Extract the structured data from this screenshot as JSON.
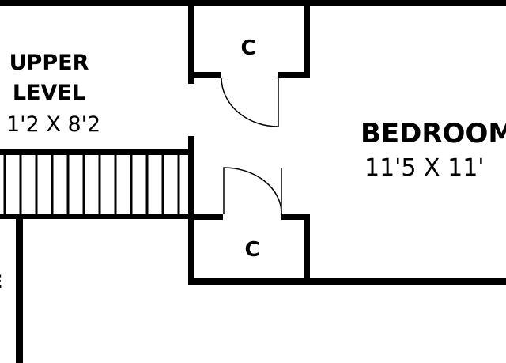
{
  "rooms": {
    "upper_level": {
      "line1": "UPPER",
      "line2": "LEVEL",
      "dims": "1'2 X 8'2"
    },
    "bedroom": {
      "name": "BEDROOM",
      "dims": "11'5 X 11'"
    },
    "closet_top": {
      "name": "C"
    },
    "closet_bottom": {
      "name": "C"
    },
    "edge_label": {
      "text": "E"
    }
  },
  "colors": {
    "wall": "#000000",
    "background": "#ffffff"
  }
}
